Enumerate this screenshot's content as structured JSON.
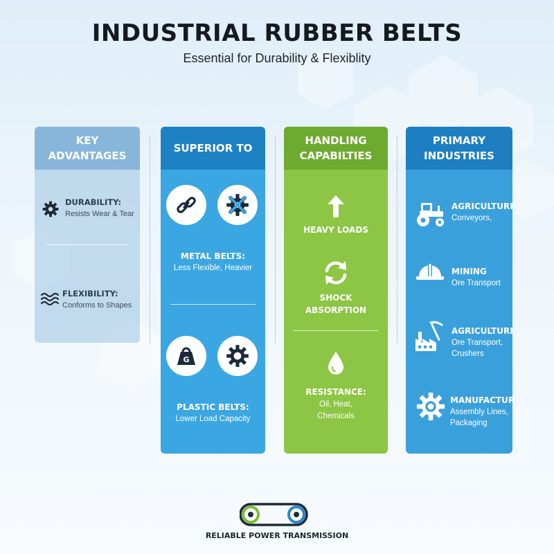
{
  "header": {
    "title": "INDUSTRIAL RUBBER BELTS",
    "subtitle": "Essential for Durability & Flexiblity"
  },
  "columns": {
    "advantages": {
      "heading_line1": "KEY",
      "heading_line2": "ADVANTAGES",
      "items": [
        {
          "label": "DURABILITY:",
          "desc": "Resists Wear & Tear",
          "icon": "gear-icon"
        },
        {
          "label": "FLEXIBILITY:",
          "desc": "Conforms to Shapes",
          "icon": "wave-icon"
        }
      ]
    },
    "superior": {
      "heading": "SUPERIOR TO",
      "items": [
        {
          "label": "METAL BELTS:",
          "desc": "Less Flexible, Heavier",
          "icons": [
            "chain-icon",
            "broken-gear-icon"
          ]
        },
        {
          "label": "PLASTIC BELTS:",
          "desc": "Lower Load Capacity",
          "icons": [
            "weight-icon",
            "gear-icon"
          ],
          "weight_letter": "G"
        }
      ]
    },
    "handling": {
      "heading_line1": "HANDLING",
      "heading_line2": "CAPABILTIES",
      "items": [
        {
          "label_line1": "HEAVY LOADS",
          "icon": "arrow-up-icon"
        },
        {
          "label_line1": "SHOCK",
          "label_line2": "ABSORPTION",
          "icon": "cycle-arrows-icon"
        },
        {
          "label_line1": "RESISTANCE:",
          "desc_line1": "Oil, Heat,",
          "desc_line2": "Chemicals",
          "icon": "droplet-icon"
        }
      ]
    },
    "industries": {
      "heading_line1": "PRIMARY",
      "heading_line2": "INDUSTRIES",
      "items": [
        {
          "label": "AGRICULTURE:",
          "desc_line1": "Conveyors,",
          "icon": "tractor-icon"
        },
        {
          "label": "MINING",
          "desc_line1": "Ore Transport",
          "icon": "hard-hat-icon"
        },
        {
          "label": "AGRICULTURE:",
          "desc_line1": "Ore Transport,",
          "desc_line2": "Crushers",
          "icon": "factory-pickaxe-icon"
        },
        {
          "label": "MANUFACTURING",
          "desc_line1": "Assembly Lines,",
          "desc_line2": "Packaging",
          "icon": "gear-icon"
        }
      ]
    }
  },
  "footer": {
    "text": "RELIABLE POWER TRANSMISSION",
    "icon": "belt-pulley-icon"
  },
  "colors": {
    "col1_head": "#7aacd4",
    "col2": "#3aa6e2",
    "col3": "#8dc544",
    "col4": "#3aa0dc",
    "accent_green": "#6eaa2f",
    "accent_blue": "#1e81c4"
  }
}
